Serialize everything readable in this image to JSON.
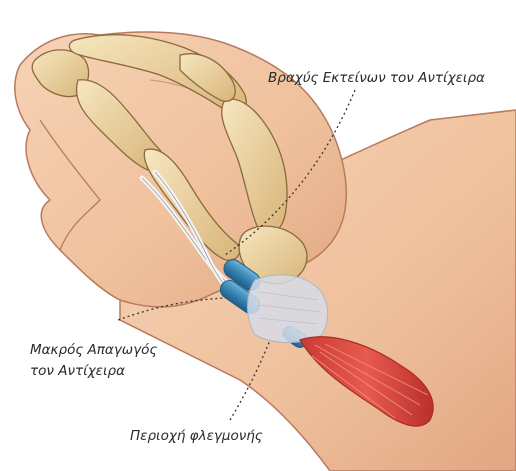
{
  "labels": {
    "extensor_brevis": "Βραχύς Εκτείνων τον Αντίχειρα",
    "abductor_longus_line1": "Μακρός Απαγωγός",
    "abductor_longus_line2": "τον Αντίχειρα",
    "inflammation_area": "Περιοχή φλεγμονής"
  },
  "colors": {
    "skin": "#f1c5a2",
    "skin_shade": "#d99b78",
    "skin_outline": "#b87a5c",
    "bone": "#efd9a7",
    "bone_shade": "#c9a46a",
    "bone_outline": "#8b6a3c",
    "tendon": "#f4f4f4",
    "sheath": "#3a86b4",
    "sheath_dark": "#1f5d86",
    "retinaculum": "#d6dce6",
    "muscle": "#d8453c",
    "muscle_dark": "#a82c26",
    "leader": "#333333"
  }
}
